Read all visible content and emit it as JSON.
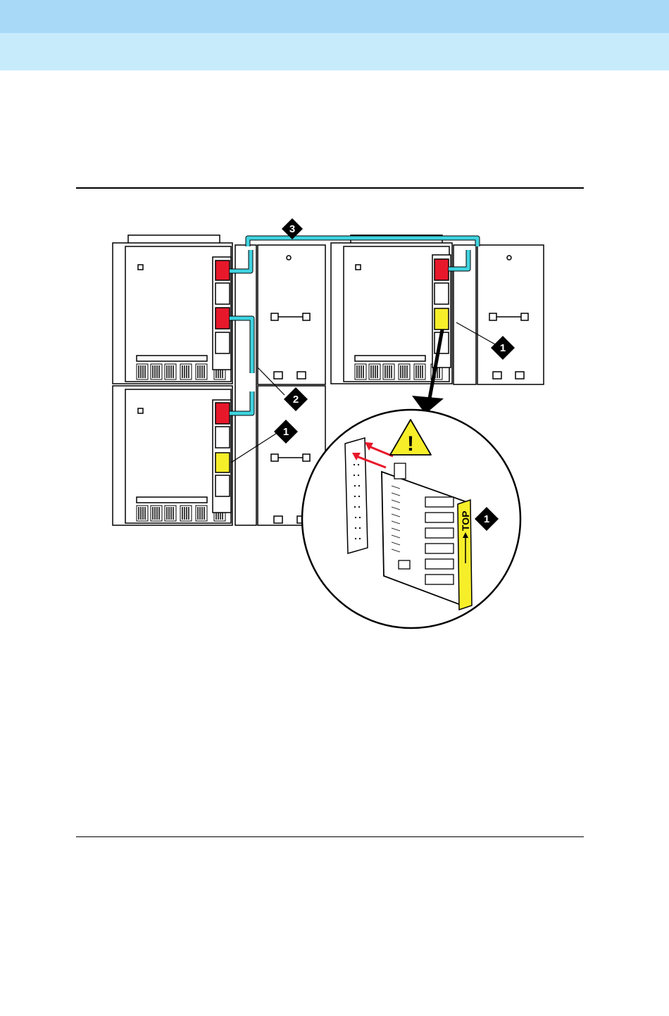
{
  "colors": {
    "header_top": "#a8d9f7",
    "header_bottom": "#c8ebfc",
    "cable": "#3fd3e0",
    "connector_red": "#e8182b",
    "connector_yellow": "#f7ee2a",
    "warning_yellow": "#f7ee2a",
    "arrow_red": "#e8182b"
  },
  "figure": {
    "callouts": [
      {
        "id": "callout-3",
        "label": "3"
      },
      {
        "id": "callout-1-upper",
        "label": "1"
      },
      {
        "id": "callout-2",
        "label": "2"
      },
      {
        "id": "callout-1-lower",
        "label": "1"
      },
      {
        "id": "callout-1-detail",
        "label": "1"
      }
    ],
    "card_label": "TOP",
    "warning_symbol": "!"
  }
}
